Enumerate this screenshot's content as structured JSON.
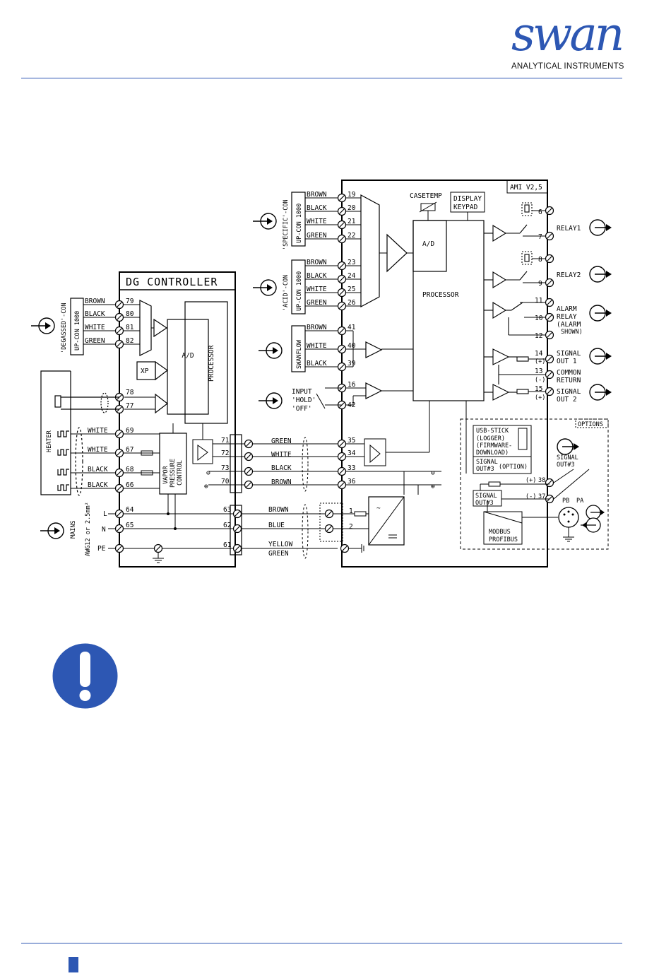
{
  "brand": {
    "name": "swan",
    "tagline": "ANALYTICAL INSTRUMENTS",
    "color": "#2d57b3"
  },
  "dg": {
    "title": "DG CONTROLLER",
    "sensor": "'DEGASSED'-CON",
    "sensor_type": "UP-CON 1000",
    "ad": "A/D",
    "processor": "PROCESSOR",
    "xp": "XP",
    "heater": "HEATER",
    "vapor": [
      "VAPOR",
      "PRESSURE",
      "CONTROL"
    ],
    "mains": "MAINS",
    "awg": "AWG12 or 2.5mm²",
    "mains_lines": [
      "L",
      "N",
      "PE"
    ],
    "terminals": [
      {
        "num": "79",
        "wire": "BROWN"
      },
      {
        "num": "80",
        "wire": "BLACK"
      },
      {
        "num": "81",
        "wire": "WHITE"
      },
      {
        "num": "82",
        "wire": "GREEN"
      },
      {
        "num": "78",
        "wire": ""
      },
      {
        "num": "77",
        "wire": ""
      },
      {
        "num": "69",
        "wire": "WHITE"
      },
      {
        "num": "67",
        "wire": "WHITE"
      },
      {
        "num": "68",
        "wire": "BLACK"
      },
      {
        "num": "66",
        "wire": "BLACK"
      },
      {
        "num": "64",
        "wire": ""
      },
      {
        "num": "65",
        "wire": ""
      }
    ]
  },
  "link": {
    "terminals": [
      "71",
      "72",
      "73",
      "70",
      "63",
      "62",
      "61"
    ],
    "wires": [
      "GREEN",
      "WHITE",
      "BLACK",
      "BROWN",
      "BROWN",
      "BLUE",
      "YELLOW",
      "GREEN"
    ],
    "minus": "⊖",
    "plus": "⊕"
  },
  "ami": {
    "version": "AMI V2,5",
    "casetemp": "CASETEMP",
    "display": [
      "DISPLAY",
      "KEYPAD"
    ],
    "ad": "A/D",
    "processor": "PROCESSOR",
    "specific": "'SPECIFIC'-CON",
    "acid": "'ACID'-CON",
    "sensor_type": "UP-CON 1000",
    "swanflow": "SWANFLOW",
    "input": [
      "INPUT",
      "'HOLD'",
      "'OFF'"
    ],
    "left_terminals": [
      {
        "num": "19",
        "wire": "BROWN"
      },
      {
        "num": "20",
        "wire": "BLACK"
      },
      {
        "num": "21",
        "wire": "WHITE"
      },
      {
        "num": "22",
        "wire": "GREEN"
      },
      {
        "num": "23",
        "wire": "BROWN"
      },
      {
        "num": "24",
        "wire": "BLACK"
      },
      {
        "num": "25",
        "wire": "WHITE"
      },
      {
        "num": "26",
        "wire": "GREEN"
      },
      {
        "num": "41",
        "wire": "BROWN"
      },
      {
        "num": "40",
        "wire": "WHITE"
      },
      {
        "num": "39",
        "wire": "BLACK"
      },
      {
        "num": "16",
        "wire": ""
      },
      {
        "num": "42",
        "wire": ""
      },
      {
        "num": "35",
        "wire": ""
      },
      {
        "num": "34",
        "wire": ""
      },
      {
        "num": "33",
        "wire": ""
      },
      {
        "num": "36",
        "wire": ""
      },
      {
        "num": "1",
        "wire": ""
      },
      {
        "num": "2",
        "wire": ""
      }
    ],
    "right_terminals": [
      "6",
      "7",
      "8",
      "9",
      "11",
      "10",
      "12",
      "14",
      "13",
      "15",
      "38",
      "37"
    ],
    "outputs": {
      "relay1": "RELAY1",
      "relay2": "RELAY2",
      "alarm": [
        "ALARM",
        "RELAY",
        "(ALARM",
        "SHOWN)"
      ],
      "signal1": [
        "SIGNAL",
        "OUT 1"
      ],
      "common": [
        "COMMON",
        "RETURN"
      ],
      "signal2": [
        "SIGNAL",
        "OUT 2"
      ],
      "plus": "(+)",
      "minus": "(-)"
    },
    "options": {
      "title": "OPTIONS",
      "usb": [
        "USB-STICK",
        "(LOGGER)",
        "(FIRMWARE-",
        "DOWNLOAD)"
      ],
      "signal_opt": [
        "SIGNAL",
        "OUT#3",
        "(OPTION)"
      ],
      "signal3": [
        "SIGNAL",
        "OUT#3"
      ],
      "modbus": [
        "MODBUS",
        "PROFIBUS"
      ],
      "sig_out3": [
        "SIGNAL",
        "OUT#3"
      ],
      "plus38": "(+)",
      "minus37": "(-)",
      "pb": "PB",
      "pa": "PA"
    }
  },
  "note_icon": "exclamation-icon"
}
